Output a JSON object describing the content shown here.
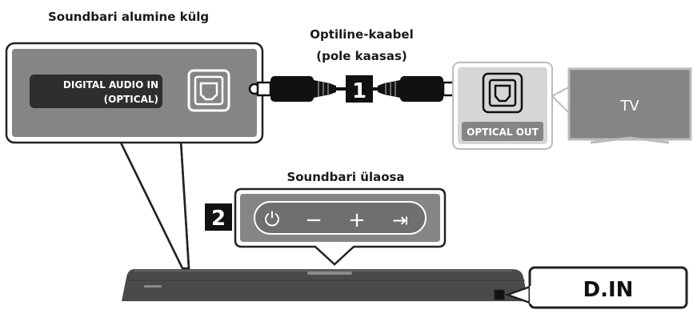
{
  "labels": {
    "bottom_side": "Soundbari alumine külg",
    "cable_line1": "Optiline-kaabel",
    "cable_line2": "(pole kaasas)",
    "top_side": "Soundbari ülaosa",
    "digital_in_line1": "DIGITAL AUDIO IN",
    "digital_in_line2": "(OPTICAL)",
    "optical_out": "OPTICAL OUT",
    "tv": "TV",
    "din": "D.IN"
  },
  "steps": {
    "step1": "1",
    "step2": "2"
  },
  "buttons": [
    {
      "name": "power-button",
      "glyph": "⏻"
    },
    {
      "name": "volume-down-button",
      "glyph": "−"
    },
    {
      "name": "volume-up-button",
      "glyph": "+"
    },
    {
      "name": "source-button",
      "glyph": "⇥"
    }
  ],
  "colors": {
    "panel_gray": "#858585",
    "dark_label": "#2e2e2e",
    "black": "#111111",
    "light_gray": "#d6d6d6",
    "soundbar": "#4a4a4a"
  }
}
